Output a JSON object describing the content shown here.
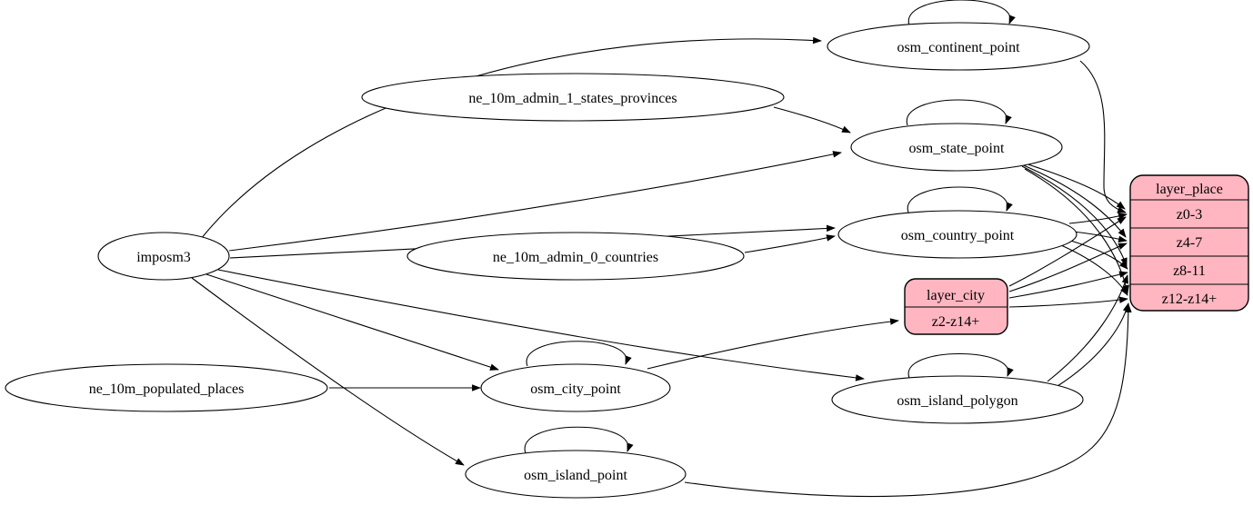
{
  "diagram": {
    "type": "etl-dependency-graph",
    "background": "#ffffff",
    "colors": {
      "node_fill": "#ffffff",
      "node_stroke": "#000000",
      "record_fill": "#ffb6c1",
      "edge": "#000000",
      "text": "#000000"
    },
    "nodes": {
      "imposm3": {
        "label": "imposm3"
      },
      "ne_10m_admin_1_states_provinces": {
        "label": "ne_10m_admin_1_states_provinces"
      },
      "ne_10m_admin_0_countries": {
        "label": "ne_10m_admin_0_countries"
      },
      "ne_10m_populated_places": {
        "label": "ne_10m_populated_places"
      },
      "osm_continent_point": {
        "label": "osm_continent_point"
      },
      "osm_state_point": {
        "label": "osm_state_point"
      },
      "osm_country_point": {
        "label": "osm_country_point"
      },
      "osm_city_point": {
        "label": "osm_city_point"
      },
      "osm_island_polygon": {
        "label": "osm_island_polygon"
      },
      "osm_island_point": {
        "label": "osm_island_point"
      },
      "layer_city": {
        "title": "layer_city",
        "rows": [
          "z2-z14+"
        ]
      },
      "layer_place": {
        "title": "layer_place",
        "rows": [
          "z0-3",
          "z4-7",
          "z8-11",
          "z12-z14+"
        ]
      }
    },
    "edges": [
      {
        "from": "imposm3",
        "to": "osm_continent_point"
      },
      {
        "from": "imposm3",
        "to": "osm_state_point"
      },
      {
        "from": "imposm3",
        "to": "osm_country_point"
      },
      {
        "from": "imposm3",
        "to": "osm_city_point"
      },
      {
        "from": "imposm3",
        "to": "osm_island_polygon"
      },
      {
        "from": "imposm3",
        "to": "osm_island_point"
      },
      {
        "from": "ne_10m_admin_1_states_provinces",
        "to": "osm_state_point"
      },
      {
        "from": "ne_10m_admin_0_countries",
        "to": "osm_country_point"
      },
      {
        "from": "ne_10m_populated_places",
        "to": "osm_city_point"
      },
      {
        "from": "osm_continent_point",
        "to": "osm_continent_point"
      },
      {
        "from": "osm_state_point",
        "to": "osm_state_point"
      },
      {
        "from": "osm_country_point",
        "to": "osm_country_point"
      },
      {
        "from": "osm_city_point",
        "to": "osm_city_point"
      },
      {
        "from": "osm_island_polygon",
        "to": "osm_island_polygon"
      },
      {
        "from": "osm_island_point",
        "to": "osm_island_point"
      },
      {
        "from": "osm_continent_point",
        "to": "layer_place",
        "port": "z0-3"
      },
      {
        "from": "osm_state_point",
        "to": "layer_place",
        "port": "z0-3"
      },
      {
        "from": "osm_state_point",
        "to": "layer_place",
        "port": "z4-7"
      },
      {
        "from": "osm_state_point",
        "to": "layer_place",
        "port": "z8-11"
      },
      {
        "from": "osm_state_point",
        "to": "layer_place",
        "port": "z12-z14+"
      },
      {
        "from": "osm_country_point",
        "to": "layer_place",
        "port": "z0-3"
      },
      {
        "from": "osm_country_point",
        "to": "layer_place",
        "port": "z4-7"
      },
      {
        "from": "osm_country_point",
        "to": "layer_place",
        "port": "z8-11"
      },
      {
        "from": "osm_country_point",
        "to": "layer_place",
        "port": "z12-z14+"
      },
      {
        "from": "osm_city_point",
        "to": "layer_city",
        "port": "z2-z14+"
      },
      {
        "from": "layer_city",
        "to": "layer_place",
        "port": "z0-3"
      },
      {
        "from": "layer_city",
        "to": "layer_place",
        "port": "z4-7"
      },
      {
        "from": "layer_city",
        "to": "layer_place",
        "port": "z8-11"
      },
      {
        "from": "layer_city",
        "to": "layer_place",
        "port": "z12-z14+"
      },
      {
        "from": "osm_island_polygon",
        "to": "layer_place",
        "port": "z8-11"
      },
      {
        "from": "osm_island_polygon",
        "to": "layer_place",
        "port": "z12-z14+"
      },
      {
        "from": "osm_island_point",
        "to": "layer_place",
        "port": "z12-z14+"
      }
    ]
  }
}
